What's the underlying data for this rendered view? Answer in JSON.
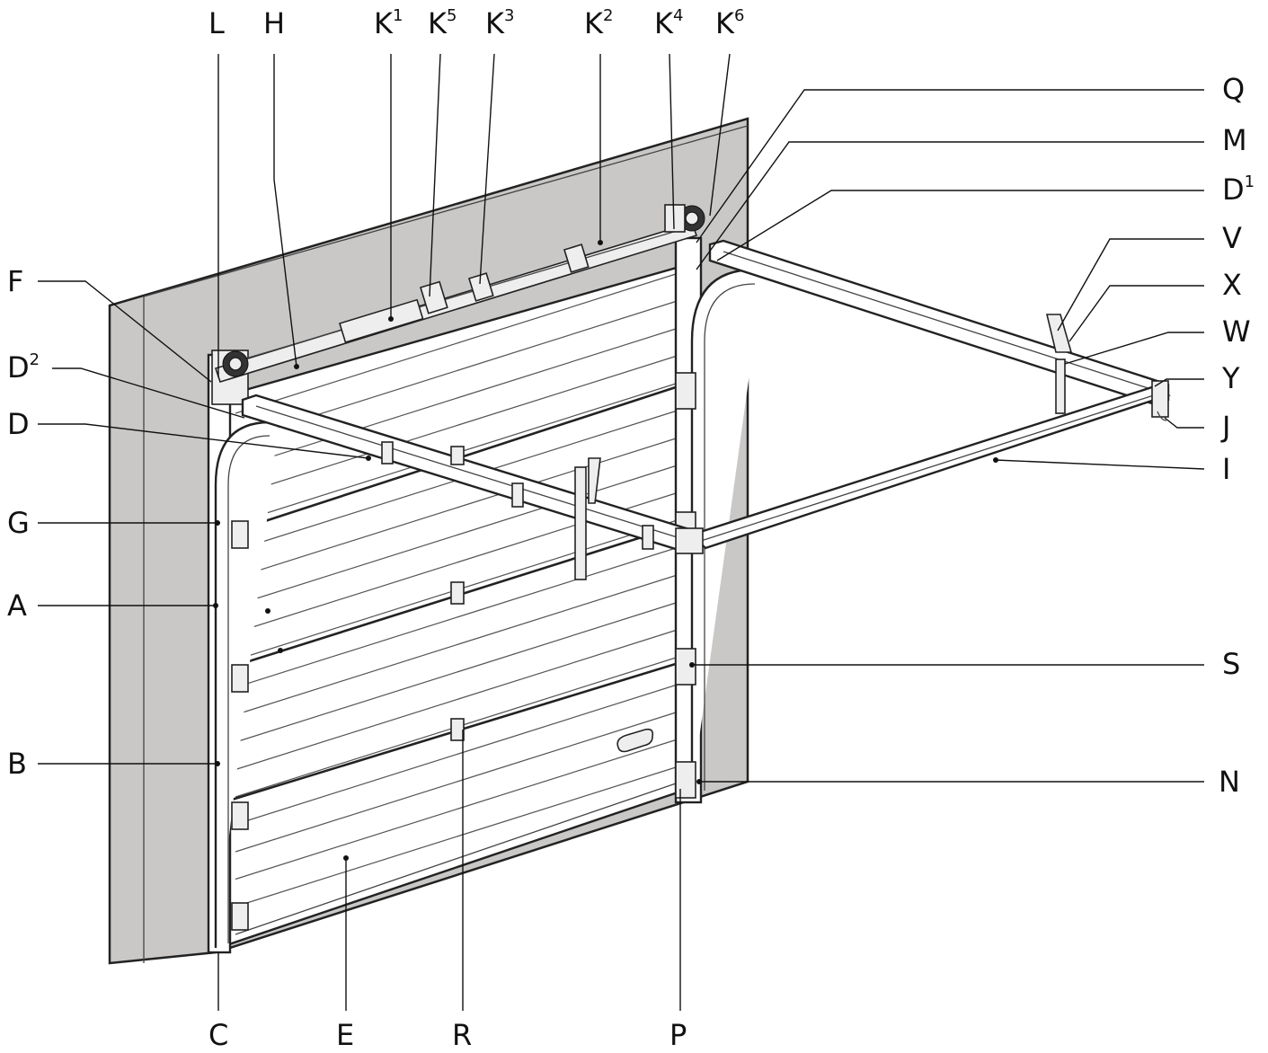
{
  "labels": [
    {
      "id": "L",
      "base": "L",
      "sup": ""
    },
    {
      "id": "H",
      "base": "H",
      "sup": ""
    },
    {
      "id": "K1",
      "base": "K",
      "sup": "1"
    },
    {
      "id": "K5",
      "base": "K",
      "sup": "5"
    },
    {
      "id": "K3",
      "base": "K",
      "sup": "3"
    },
    {
      "id": "K2",
      "base": "K",
      "sup": "2"
    },
    {
      "id": "K4",
      "base": "K",
      "sup": "4"
    },
    {
      "id": "K6",
      "base": "K",
      "sup": "6"
    },
    {
      "id": "Q",
      "base": "Q",
      "sup": ""
    },
    {
      "id": "M",
      "base": "M",
      "sup": ""
    },
    {
      "id": "D1",
      "base": "D",
      "sup": "1"
    },
    {
      "id": "V",
      "base": "V",
      "sup": ""
    },
    {
      "id": "X",
      "base": "X",
      "sup": ""
    },
    {
      "id": "W",
      "base": "W",
      "sup": ""
    },
    {
      "id": "Y",
      "base": "Y",
      "sup": ""
    },
    {
      "id": "J",
      "base": "J",
      "sup": ""
    },
    {
      "id": "I",
      "base": "I",
      "sup": ""
    },
    {
      "id": "S",
      "base": "S",
      "sup": ""
    },
    {
      "id": "N",
      "base": "N",
      "sup": ""
    },
    {
      "id": "F",
      "base": "F",
      "sup": ""
    },
    {
      "id": "D2",
      "base": "D",
      "sup": "2"
    },
    {
      "id": "D",
      "base": "D",
      "sup": ""
    },
    {
      "id": "G",
      "base": "G",
      "sup": ""
    },
    {
      "id": "A",
      "base": "A",
      "sup": ""
    },
    {
      "id": "B",
      "base": "B",
      "sup": ""
    },
    {
      "id": "C",
      "base": "C",
      "sup": ""
    },
    {
      "id": "E",
      "base": "E",
      "sup": ""
    },
    {
      "id": "R",
      "base": "R",
      "sup": ""
    },
    {
      "id": "P",
      "base": "P",
      "sup": ""
    }
  ]
}
